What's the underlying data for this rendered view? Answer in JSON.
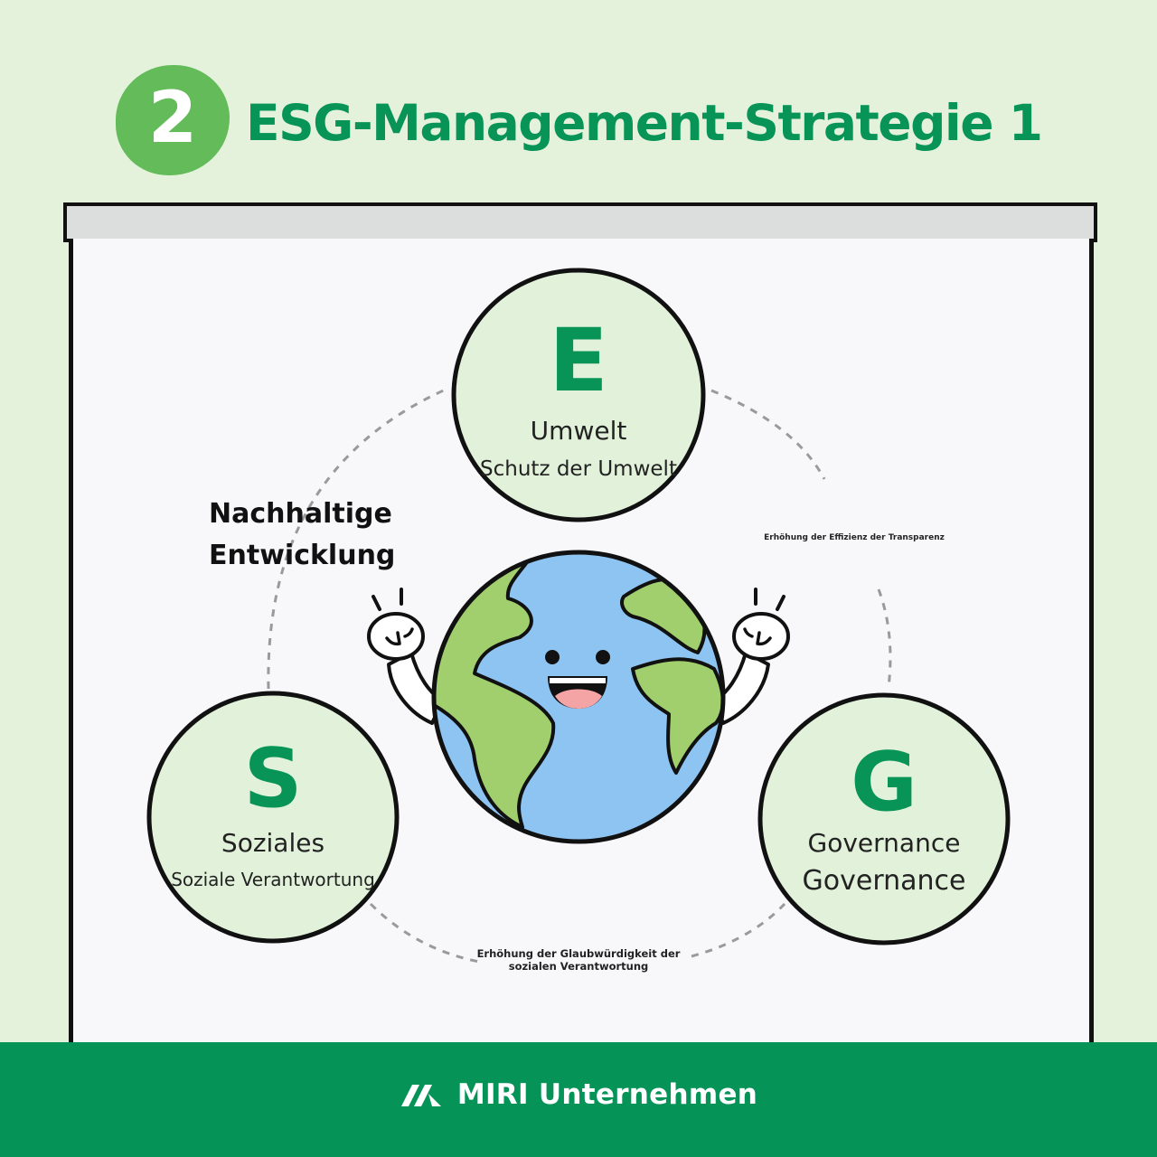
{
  "header": {
    "step_number": "2",
    "title": "ESG-Management-Strategie 1"
  },
  "diagram": {
    "center_label_line1": "Nachhaltige",
    "center_label_line2": "Entwicklung",
    "nodes": {
      "e": {
        "letter": "E",
        "title": "Umwelt",
        "subtitle": "Schutz der Umwelt"
      },
      "s": {
        "letter": "S",
        "title": "Soziales",
        "subtitle": "Soziale Verantwortung"
      },
      "g": {
        "letter": "G",
        "title": "Governance",
        "subtitle": "Governance"
      }
    },
    "links": {
      "e_g": "Erhöhung der Effizienz der Transparenz",
      "s_g_line1": "Erhöhung der Glaubwürdigkeit der",
      "s_g_line2": "sozialen Verantwortung"
    }
  },
  "footer": {
    "brand_name": "MIRI Unternehmen"
  },
  "colors": {
    "brand_green": "#079456",
    "badge_green": "#64bb5a",
    "node_fill": "#e2f2da",
    "ocean": "#8ec4f2",
    "land": "#a1cf6e",
    "page_bg": "#e4f2dc"
  },
  "icons": [
    "earth-mascot",
    "miri-logo-icon"
  ]
}
